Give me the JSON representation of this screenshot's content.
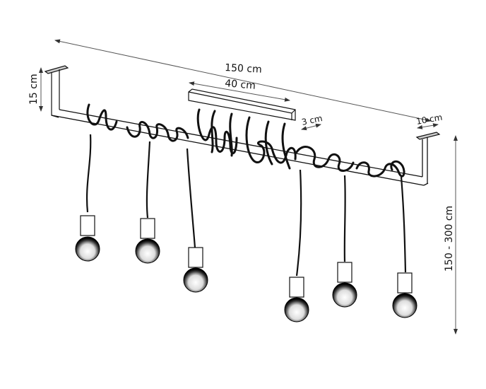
{
  "diagram": {
    "type": "product-dimension-drawing",
    "subject": "pendant lamp on bar with 6 coiled-cable bulbs",
    "dimensions": {
      "total_length": "150 cm",
      "canopy_length": "40 cm",
      "canopy_width": "3 cm",
      "bracket_depth": "10 cm",
      "bracket_height": "15 cm",
      "hanging_height": "150 - 300 cm"
    },
    "bulb_count": 6,
    "colors": {
      "line": "#111111",
      "dimension_line": "#555555",
      "background": "#ffffff"
    }
  }
}
